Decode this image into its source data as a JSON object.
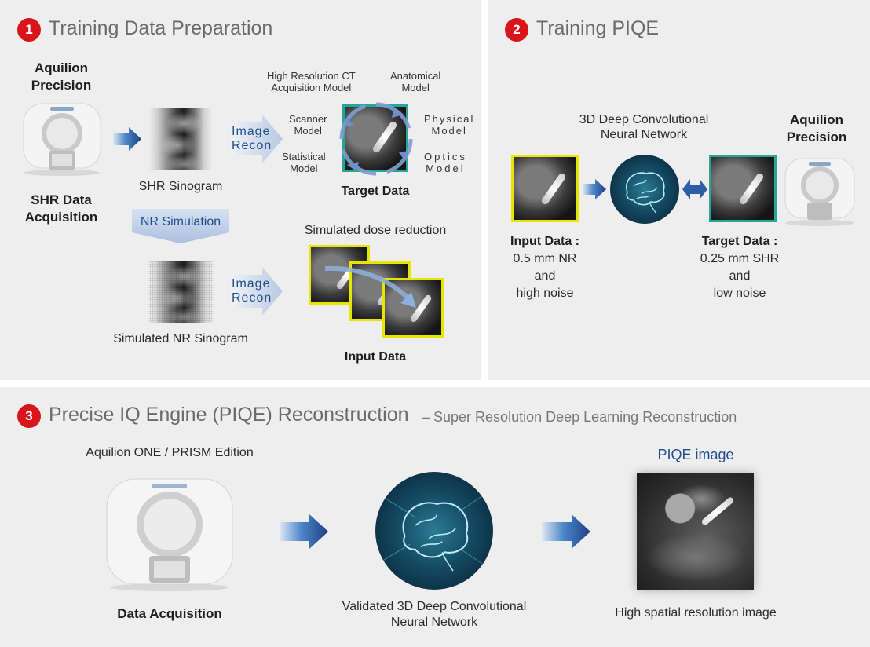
{
  "section1": {
    "number": "1",
    "title": "Training Data Preparation",
    "scanner_label_line1": "Aquilion",
    "scanner_label_line2": "Precision",
    "acq_line1": "SHR Data",
    "acq_line2": "Acquisition",
    "shr_sinogram": "SHR Sinogram",
    "nr_simulation": "NR Simulation",
    "simulated_sinogram": "Simulated NR Sinogram",
    "recon_line1": "Image",
    "recon_line2": "Recon",
    "hr_model_line1": "High Resolution CT",
    "hr_model_line2": "Acquisition Model",
    "anat_line1": "Anatomical",
    "anat_line2": "Model",
    "scanner_model_line1": "Scanner",
    "scanner_model_line2": "Model",
    "stat_line1": "Statistical",
    "stat_line2": "Model",
    "phys_line1": "Physical",
    "phys_line2": "Model",
    "optics_line1": "Optics",
    "optics_line2": "Model",
    "target_data": "Target Data",
    "dose_reduction": "Simulated dose reduction",
    "input_data": "Input Data"
  },
  "section2": {
    "number": "2",
    "title": "Training PIQE",
    "network_line1": "3D Deep Convolutional",
    "network_line2": "Neural Network",
    "scanner_label_line1": "Aquilion",
    "scanner_label_line2": "Precision",
    "input_title": "Input Data :",
    "input_line1": "0.5 mm NR",
    "input_line2": "and",
    "input_line3": "high noise",
    "target_title": "Target Data :",
    "target_line1": "0.25 mm SHR",
    "target_line2": "and",
    "target_line3": "low noise"
  },
  "section3": {
    "number": "3",
    "title": "Precise IQ Engine (PIQE) Reconstruction",
    "subtitle": "– Super Resolution Deep Learning Reconstruction",
    "scanner_label": "Aquilion ONE / PRISM Edition",
    "data_acquisition": "Data Acquisition",
    "network_line1": "Validated 3D Deep Convolutional",
    "network_line2": "Neural Network",
    "piqe_title": "PIQE image",
    "piqe_caption": "High spatial resolution image"
  },
  "colors": {
    "accent_red": "#d9151b",
    "arrow_blue": "#1f4e8c",
    "teal_frame": "#26a69a",
    "yellow_frame": "#e6e600",
    "panel_bg": "#eeeeee"
  }
}
